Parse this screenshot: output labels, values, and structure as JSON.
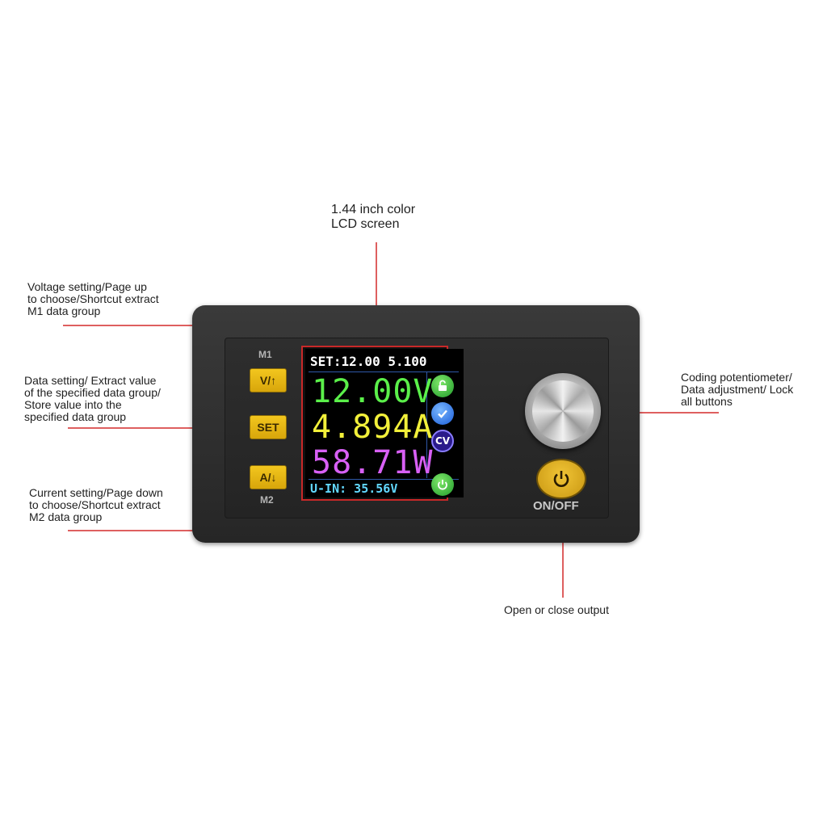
{
  "callouts": {
    "lcd": [
      "1.44 inch color",
      "LCD screen"
    ],
    "voltage": [
      "Voltage setting/Page up",
      "to choose/Shortcut extract",
      "M1 data group"
    ],
    "data": [
      "Data setting/ Extract value",
      "of the specified data group/",
      "Store value into the",
      "specified data group"
    ],
    "current": [
      "Current setting/Page down",
      "to choose/Shortcut extract",
      "M2 data group"
    ],
    "encoder": [
      "Coding potentiometer/",
      "Data adjustment/ Lock",
      "all buttons"
    ],
    "output": [
      "Open or close output"
    ]
  },
  "device": {
    "m1_label": "M1",
    "m2_label": "M2",
    "v_key": "V/↑",
    "set_key": "SET",
    "a_key": "A/↓",
    "onoff_label": "ON/OFF"
  },
  "lcd": {
    "set_line": "SET:12.00 5.100",
    "voltage": "12.00V",
    "current": "4.894A",
    "power": "58.71W",
    "input": "U-IN: 35.56V",
    "cv_label": "CV",
    "colors": {
      "voltage": "#5bf04a",
      "current": "#f2f03a",
      "power": "#d860f5",
      "input": "#62d8ff"
    }
  },
  "colors": {
    "leader": "#d42a2a",
    "key_yellow": "#e8b716"
  },
  "icons": [
    "unlock-icon",
    "check-icon",
    "cv-mode-icon",
    "output-power-icon",
    "power-icon",
    "up-arrow-icon",
    "down-arrow-icon"
  ]
}
